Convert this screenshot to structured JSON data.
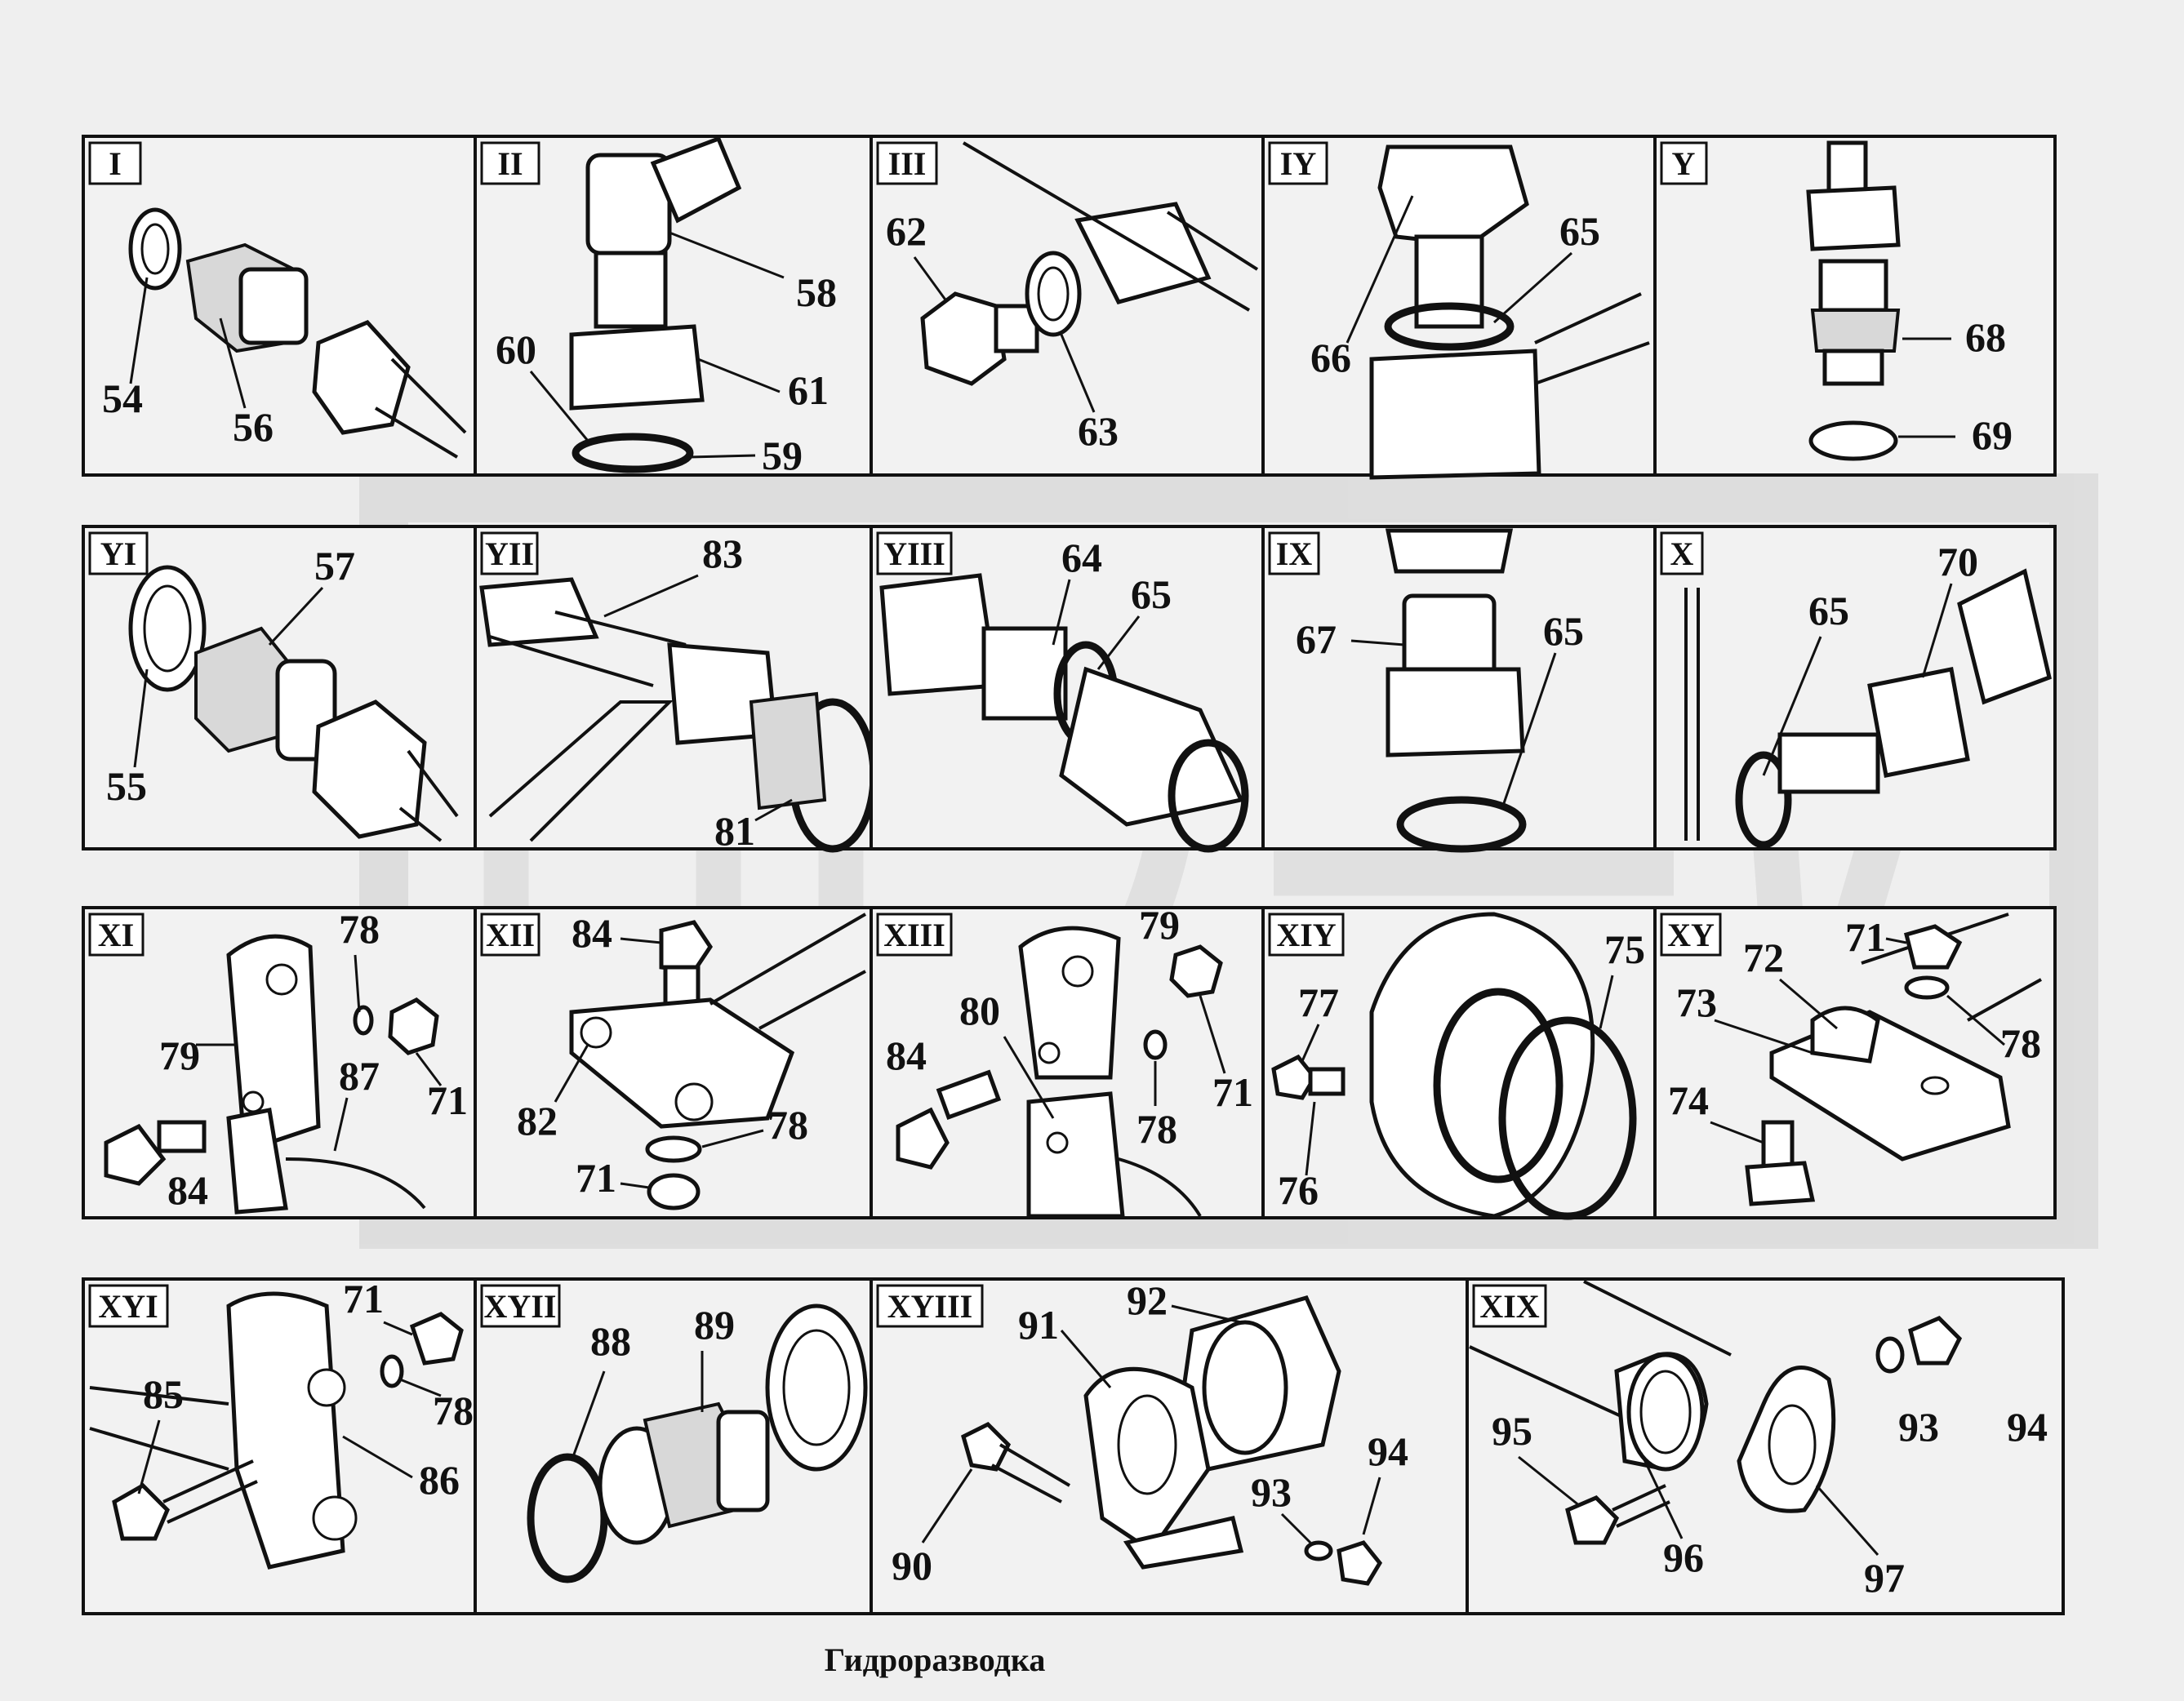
{
  "caption": "Гидроразводка",
  "watermark": "ОЭЗ",
  "colors": {
    "background": "#efefef",
    "ink": "#111111",
    "panel": "#f2f2f2",
    "watermark": "#d2d2d2"
  },
  "panels": [
    {
      "roman": "I",
      "parts": [
        "54",
        "56"
      ]
    },
    {
      "roman": "II",
      "parts": [
        "58",
        "60",
        "61",
        "59"
      ]
    },
    {
      "roman": "III",
      "parts": [
        "62",
        "63"
      ]
    },
    {
      "roman": "IY",
      "parts": [
        "65",
        "66"
      ]
    },
    {
      "roman": "Y",
      "parts": [
        "68",
        "69"
      ]
    },
    {
      "roman": "YI",
      "parts": [
        "57",
        "55"
      ]
    },
    {
      "roman": "YII",
      "parts": [
        "83",
        "81"
      ]
    },
    {
      "roman": "YIII",
      "parts": [
        "64",
        "65"
      ]
    },
    {
      "roman": "IX",
      "parts": [
        "67",
        "65"
      ]
    },
    {
      "roman": "X",
      "parts": [
        "70",
        "65"
      ]
    },
    {
      "roman": "XI",
      "parts": [
        "78",
        "79",
        "87",
        "71",
        "84"
      ]
    },
    {
      "roman": "XII",
      "parts": [
        "84",
        "82",
        "78",
        "71"
      ]
    },
    {
      "roman": "XIII",
      "parts": [
        "79",
        "80",
        "84",
        "78",
        "71"
      ]
    },
    {
      "roman": "XIY",
      "parts": [
        "77",
        "75",
        "76"
      ]
    },
    {
      "roman": "XY",
      "parts": [
        "71",
        "72",
        "73",
        "78",
        "74"
      ]
    },
    {
      "roman": "XYI",
      "parts": [
        "71",
        "85",
        "78",
        "86"
      ]
    },
    {
      "roman": "XYII",
      "parts": [
        "88",
        "89"
      ]
    },
    {
      "roman": "XYIII",
      "parts": [
        "92",
        "91",
        "90",
        "93",
        "94"
      ]
    },
    {
      "roman": "XIX",
      "parts": [
        "95",
        "96",
        "93",
        "94",
        "97"
      ]
    }
  ]
}
